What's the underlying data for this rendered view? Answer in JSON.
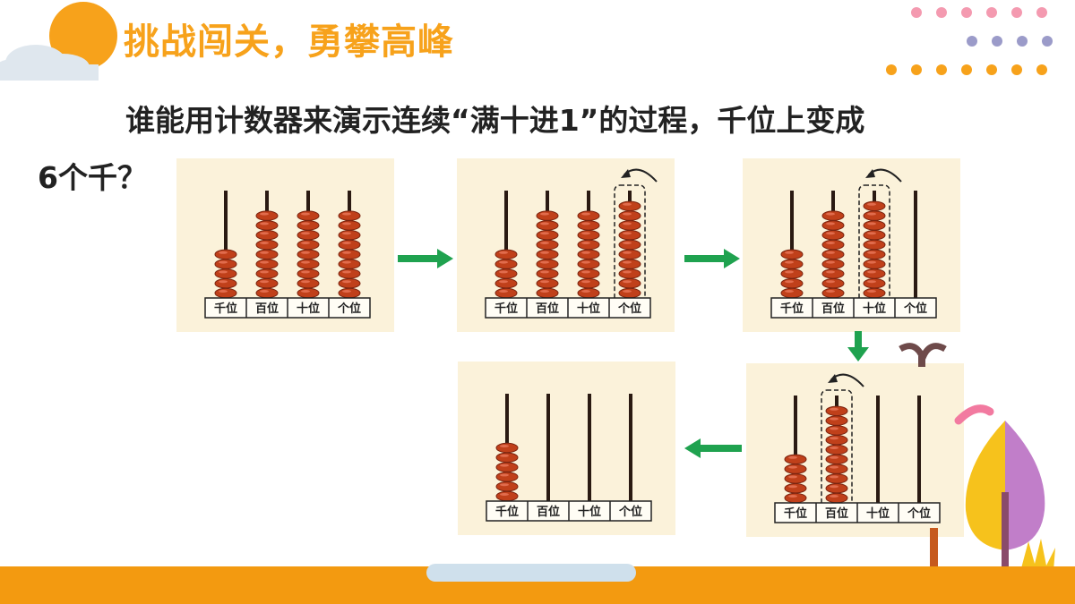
{
  "header": {
    "title": "挑战闯关，勇攀高峰"
  },
  "question": {
    "line1": "谁能用计数器来演示连续“满十进1”的过程，千位上变成",
    "line2": "6个千？"
  },
  "place_labels": [
    "千位",
    "百位",
    "十位",
    "个位"
  ],
  "abacus_panels": [
    {
      "beads": [
        5,
        9,
        9,
        9
      ],
      "highlight": null
    },
    {
      "beads": [
        5,
        9,
        9,
        10
      ],
      "highlight": 3
    },
    {
      "beads": [
        5,
        9,
        10,
        0
      ],
      "highlight": 2
    },
    {
      "beads": [
        5,
        10,
        0,
        0
      ],
      "highlight": 1
    },
    {
      "beads": [
        6,
        0,
        0,
        0
      ],
      "highlight": null
    }
  ],
  "colors": {
    "accent": "#f7a21b",
    "bead": "#c0401a",
    "arrow": "#1fa24f",
    "panel": "#fbf2da"
  }
}
